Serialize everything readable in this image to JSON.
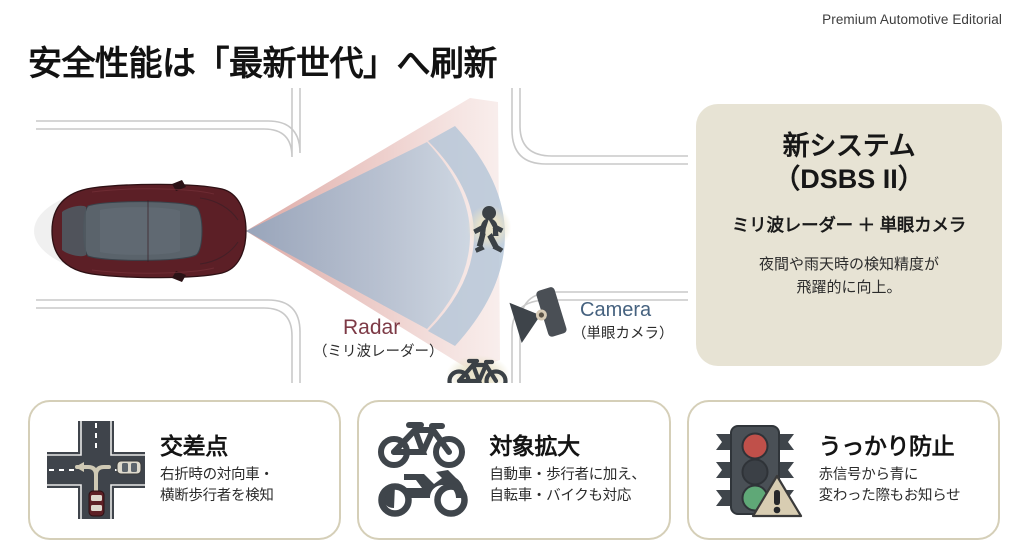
{
  "header": {
    "kicker": "Premium Automotive Editorial",
    "title": "安全性能は「最新世代」へ刷新"
  },
  "diagram": {
    "name": "sensor-coverage-diagram",
    "vehicle": "ego-car-top-view",
    "objects": [
      "pedestrian",
      "bicycle",
      "camera-sensor"
    ],
    "camera_label": {
      "title": "Camera",
      "subtitle": "（単眼カメラ）",
      "color": "#46627f"
    },
    "radar_label": {
      "title": "Radar",
      "subtitle": "（ミリ波レーダー）",
      "color": "#7d3a46"
    },
    "colors": {
      "radar_cone": "#e7b9b4",
      "camera_cone": "#aebfd3",
      "car_body": "#5c1f26",
      "car_glass": "#5a636b",
      "road_line": "#c9c9c9"
    }
  },
  "hero": {
    "title_line1": "新システム",
    "title_line2": "（DSBS II）",
    "subtitle": "ミリ波レーダー ＋ 単眼カメラ",
    "body_line1": "夜間や雨天時の検知精度が",
    "body_line2": "飛躍的に向上。",
    "bg_color": "#e7e3d4"
  },
  "cards": [
    {
      "icon": "intersection-icon",
      "title": "交差点",
      "desc_line1": "右折時の対向車・",
      "desc_line2": "横断歩行者を検知"
    },
    {
      "icon": "bicycle-motorcycle-icon",
      "title": "対象拡大",
      "desc_line1": "自動車・歩行者に加え、",
      "desc_line2": "自転車・バイクも対応"
    },
    {
      "icon": "traffic-light-warning-icon",
      "title": "うっかり防止",
      "desc_line1": "赤信号から青に",
      "desc_line2": "変わった際もお知らせ"
    }
  ],
  "theme": {
    "card_border": "#d5cfb8",
    "page_bg": "#ffffff",
    "title_color": "#121212"
  }
}
